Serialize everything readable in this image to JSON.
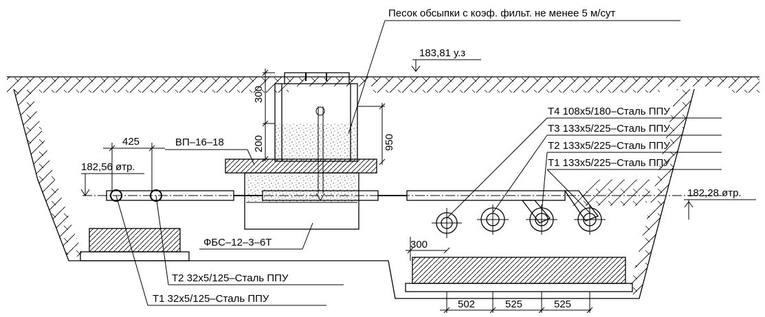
{
  "labels": {
    "sand_note": "Песок обсыпки с коэф. фильт. не менее 5 м/сут",
    "ground_level": "183,81 у.з",
    "level_left": "182,56 øтр.",
    "level_right": "182,28 øтр.",
    "valve": "ВП–16–18",
    "block": "ФБС–12–3–6Т",
    "pipe_t4_right": "Т4 108x5/180–Сталь ППУ",
    "pipe_t3_right": "Т3 133x5/225–Сталь ППУ",
    "pipe_t2_right": "Т2 133x5/225–Сталь ППУ",
    "pipe_t1_right": "Т1 133x5/225–Сталь ППУ",
    "pipe_t2_left": "Т2 32x5/125–Сталь ППУ",
    "pipe_t1_left": "Т1 32x5/125–Сталь ППУ"
  },
  "dimensions": {
    "d425": "425",
    "d300_top": "300",
    "d200": "200",
    "d950": "950",
    "d300_bottom": "300",
    "d502": "502",
    "d525_a": "525",
    "d525_b": "525"
  }
}
